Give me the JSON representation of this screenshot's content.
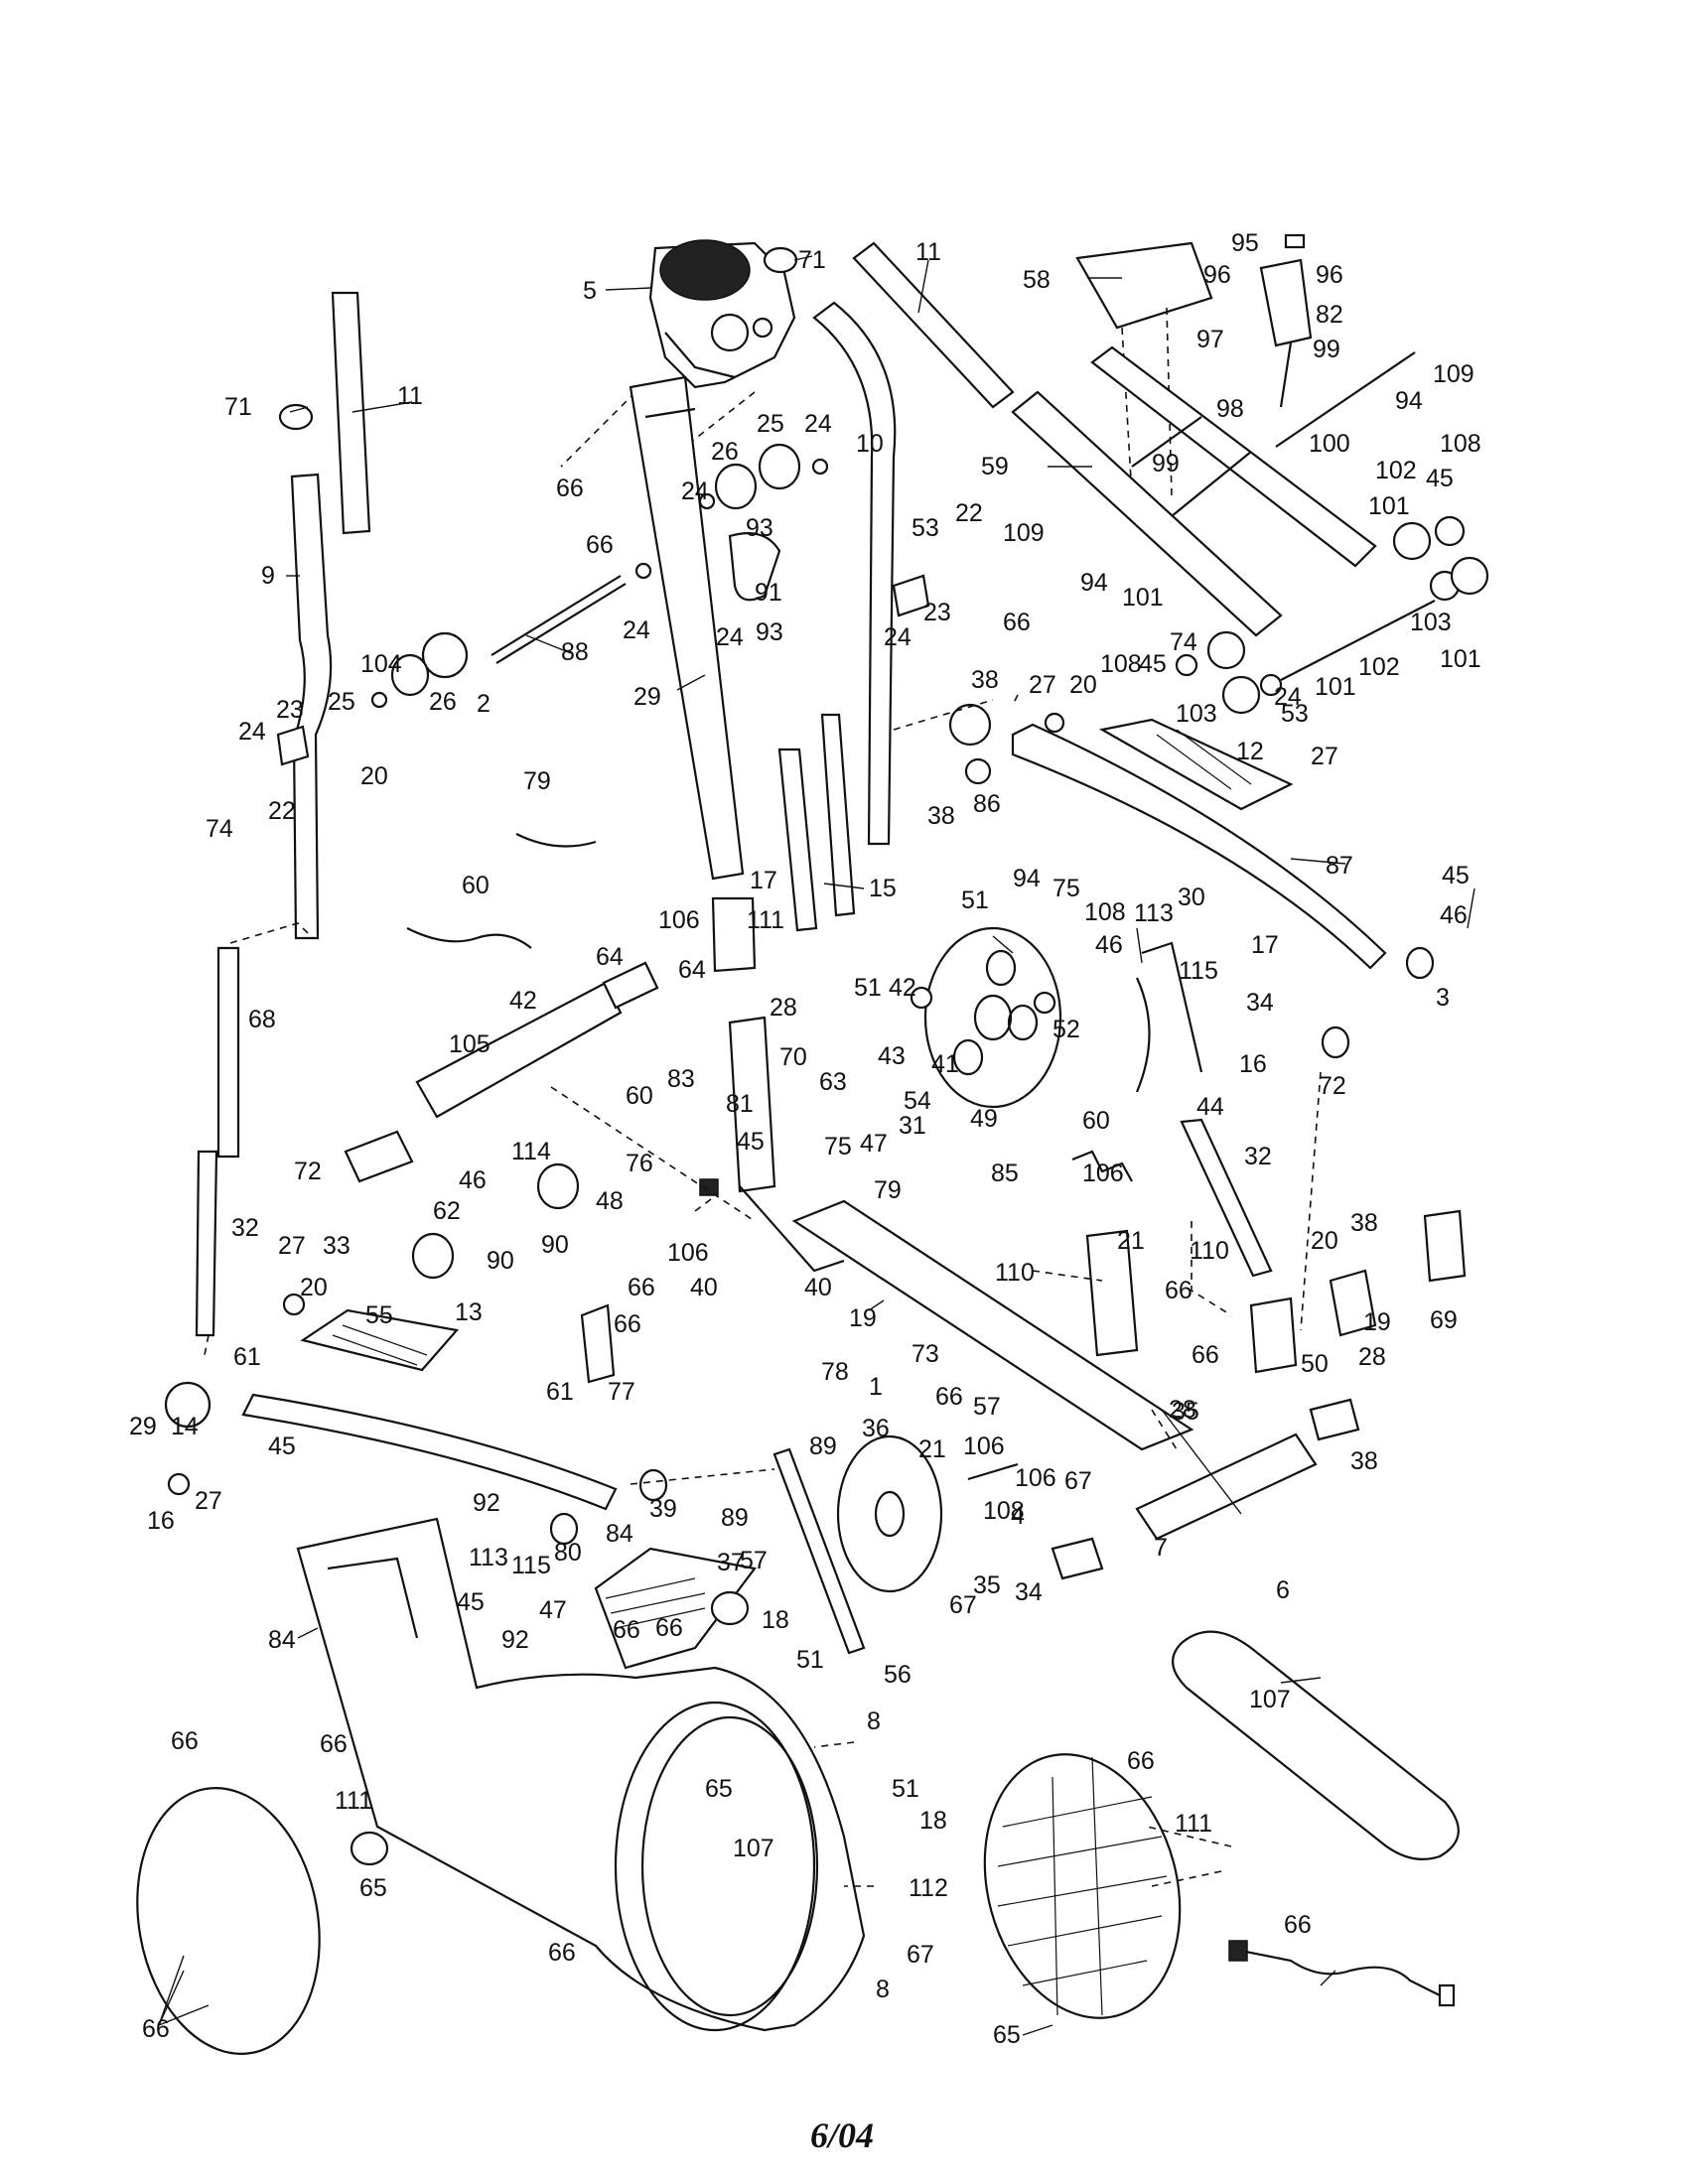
{
  "document": {
    "footer_date": "6/04"
  },
  "callouts": [
    {
      "id": "c1",
      "text": "5"
    },
    {
      "id": "c2",
      "text": "71"
    },
    {
      "id": "c3",
      "text": "11"
    },
    {
      "id": "c4",
      "text": "58"
    },
    {
      "id": "c5",
      "text": "95"
    },
    {
      "id": "c6",
      "text": "96"
    },
    {
      "id": "c7",
      "text": "96"
    },
    {
      "id": "c8",
      "text": "82"
    },
    {
      "id": "c9",
      "text": "97"
    },
    {
      "id": "c10",
      "text": "99"
    },
    {
      "id": "c11",
      "text": "109"
    },
    {
      "id": "c12",
      "text": "98"
    },
    {
      "id": "c13",
      "text": "94"
    },
    {
      "id": "c14",
      "text": "100"
    },
    {
      "id": "c15",
      "text": "71"
    },
    {
      "id": "c16",
      "text": "11"
    },
    {
      "id": "c17",
      "text": "66"
    },
    {
      "id": "c18",
      "text": "66"
    },
    {
      "id": "c19",
      "text": "26"
    },
    {
      "id": "c20",
      "text": "25"
    },
    {
      "id": "c21",
      "text": "24"
    },
    {
      "id": "c22",
      "text": "10"
    },
    {
      "id": "c23",
      "text": "59"
    },
    {
      "id": "c24",
      "text": "99"
    },
    {
      "id": "c25",
      "text": "108"
    },
    {
      "id": "c26",
      "text": "102"
    },
    {
      "id": "c27",
      "text": "45"
    },
    {
      "id": "c28",
      "text": "101"
    },
    {
      "id": "c29",
      "text": "9"
    },
    {
      "id": "c30",
      "text": "24"
    },
    {
      "id": "c31",
      "text": "93"
    },
    {
      "id": "c32",
      "text": "53"
    },
    {
      "id": "c33",
      "text": "22"
    },
    {
      "id": "c34",
      "text": "109"
    },
    {
      "id": "c35",
      "text": "24"
    },
    {
      "id": "c36",
      "text": "91"
    },
    {
      "id": "c37",
      "text": "93"
    },
    {
      "id": "c38",
      "text": "94"
    },
    {
      "id": "c39",
      "text": "23"
    },
    {
      "id": "c40",
      "text": "66"
    },
    {
      "id": "c41",
      "text": "101"
    },
    {
      "id": "c42",
      "text": "103"
    },
    {
      "id": "c43",
      "text": "101"
    },
    {
      "id": "c44",
      "text": "24"
    },
    {
      "id": "c45",
      "text": "88"
    },
    {
      "id": "c46",
      "text": "24"
    },
    {
      "id": "c47",
      "text": "74"
    },
    {
      "id": "c48",
      "text": "102"
    },
    {
      "id": "c49",
      "text": "104"
    },
    {
      "id": "c50",
      "text": "24"
    },
    {
      "id": "c51",
      "text": "25"
    },
    {
      "id": "c52",
      "text": "26"
    },
    {
      "id": "c53",
      "text": "2"
    },
    {
      "id": "c54",
      "text": "29"
    },
    {
      "id": "c55",
      "text": "38"
    },
    {
      "id": "c56",
      "text": "27"
    },
    {
      "id": "c57",
      "text": "20"
    },
    {
      "id": "c58",
      "text": "108"
    },
    {
      "id": "c59",
      "text": "45"
    },
    {
      "id": "c60",
      "text": "103"
    },
    {
      "id": "c61",
      "text": "101"
    },
    {
      "id": "c62",
      "text": "53"
    },
    {
      "id": "c63",
      "text": "24"
    },
    {
      "id": "c64",
      "text": "23"
    },
    {
      "id": "c65",
      "text": "22"
    },
    {
      "id": "c66",
      "text": "74"
    },
    {
      "id": "c67",
      "text": "20"
    },
    {
      "id": "c68",
      "text": "12"
    },
    {
      "id": "c69",
      "text": "27"
    },
    {
      "id": "c70",
      "text": "38"
    },
    {
      "id": "c71",
      "text": "86"
    },
    {
      "id": "c72",
      "text": "79"
    },
    {
      "id": "c73",
      "text": "17"
    },
    {
      "id": "c74",
      "text": "15"
    },
    {
      "id": "c75",
      "text": "87"
    },
    {
      "id": "c76",
      "text": "60"
    },
    {
      "id": "c77",
      "text": "94"
    },
    {
      "id": "c78",
      "text": "75"
    },
    {
      "id": "c79",
      "text": "108"
    },
    {
      "id": "c80",
      "text": "45"
    },
    {
      "id": "c81",
      "text": "51"
    },
    {
      "id": "c82",
      "text": "30"
    },
    {
      "id": "c83",
      "text": "106"
    },
    {
      "id": "c84",
      "text": "111"
    },
    {
      "id": "c85",
      "text": "113"
    },
    {
      "id": "c86",
      "text": "46"
    },
    {
      "id": "c87",
      "text": "46"
    },
    {
      "id": "c88",
      "text": "17"
    },
    {
      "id": "c89",
      "text": "68"
    },
    {
      "id": "c90",
      "text": "64"
    },
    {
      "id": "c91",
      "text": "64"
    },
    {
      "id": "c92",
      "text": "28"
    },
    {
      "id": "c93",
      "text": "51"
    },
    {
      "id": "c94",
      "text": "115"
    },
    {
      "id": "c95",
      "text": "3"
    },
    {
      "id": "c96",
      "text": "42"
    },
    {
      "id": "c97",
      "text": "42"
    },
    {
      "id": "c98",
      "text": "52"
    },
    {
      "id": "c99",
      "text": "34"
    },
    {
      "id": "c100",
      "text": "105"
    },
    {
      "id": "c101",
      "text": "83"
    },
    {
      "id": "c102",
      "text": "70"
    },
    {
      "id": "c103",
      "text": "63"
    },
    {
      "id": "c104",
      "text": "43"
    },
    {
      "id": "c105",
      "text": "41"
    },
    {
      "id": "c106",
      "text": "49"
    },
    {
      "id": "c107",
      "text": "16"
    },
    {
      "id": "c108",
      "text": "72"
    },
    {
      "id": "c109",
      "text": "60"
    },
    {
      "id": "c110",
      "text": "44"
    },
    {
      "id": "c111",
      "text": "54"
    },
    {
      "id": "c112",
      "text": "60"
    },
    {
      "id": "c113",
      "text": "81"
    },
    {
      "id": "c114",
      "text": "45"
    },
    {
      "id": "c115",
      "text": "31"
    },
    {
      "id": "c116",
      "text": "72"
    },
    {
      "id": "c117",
      "text": "46"
    },
    {
      "id": "c118",
      "text": "75"
    },
    {
      "id": "c119",
      "text": "47"
    },
    {
      "id": "c120",
      "text": "32"
    },
    {
      "id": "c121",
      "text": "114"
    },
    {
      "id": "c122",
      "text": "76"
    },
    {
      "id": "c123",
      "text": "85"
    },
    {
      "id": "c124",
      "text": "106"
    },
    {
      "id": "c125",
      "text": "79"
    },
    {
      "id": "c126",
      "text": "32"
    },
    {
      "id": "c127",
      "text": "62"
    },
    {
      "id": "c128",
      "text": "48"
    },
    {
      "id": "c129",
      "text": "110"
    },
    {
      "id": "c130",
      "text": "38"
    },
    {
      "id": "c131",
      "text": "27"
    },
    {
      "id": "c132",
      "text": "33"
    },
    {
      "id": "c133",
      "text": "90"
    },
    {
      "id": "c134",
      "text": "90"
    },
    {
      "id": "c135",
      "text": "66"
    },
    {
      "id": "c136",
      "text": "106"
    },
    {
      "id": "c137",
      "text": "40"
    },
    {
      "id": "c138",
      "text": "21"
    },
    {
      "id": "c139",
      "text": "66"
    },
    {
      "id": "c140",
      "text": "20"
    },
    {
      "id": "c141",
      "text": "20"
    },
    {
      "id": "c142",
      "text": "13"
    },
    {
      "id": "c143",
      "text": "55"
    },
    {
      "id": "c144",
      "text": "66"
    },
    {
      "id": "c145",
      "text": "40"
    },
    {
      "id": "c146",
      "text": "110"
    },
    {
      "id": "c147",
      "text": "19"
    },
    {
      "id": "c148",
      "text": "69"
    },
    {
      "id": "c149",
      "text": "19"
    },
    {
      "id": "c150",
      "text": "66"
    },
    {
      "id": "c151",
      "text": "50"
    },
    {
      "id": "c152",
      "text": "28"
    },
    {
      "id": "c153",
      "text": "61"
    },
    {
      "id": "c154",
      "text": "61"
    },
    {
      "id": "c155",
      "text": "77"
    },
    {
      "id": "c156",
      "text": "78"
    },
    {
      "id": "c157",
      "text": "73"
    },
    {
      "id": "c158",
      "text": "1"
    },
    {
      "id": "c159",
      "text": "57"
    },
    {
      "id": "c160",
      "text": "66"
    },
    {
      "id": "c161",
      "text": "28"
    },
    {
      "id": "c162",
      "text": "29"
    },
    {
      "id": "c163",
      "text": "14"
    },
    {
      "id": "c164",
      "text": "45"
    },
    {
      "id": "c165",
      "text": "36"
    },
    {
      "id": "c166",
      "text": "89"
    },
    {
      "id": "c167",
      "text": "21"
    },
    {
      "id": "c168",
      "text": "106"
    },
    {
      "id": "c169",
      "text": "35"
    },
    {
      "id": "c170",
      "text": "38"
    },
    {
      "id": "c171",
      "text": "27"
    },
    {
      "id": "c172",
      "text": "16"
    },
    {
      "id": "c173",
      "text": "39"
    },
    {
      "id": "c174",
      "text": "106"
    },
    {
      "id": "c175",
      "text": "67"
    },
    {
      "id": "c176",
      "text": "92"
    },
    {
      "id": "c177",
      "text": "89"
    },
    {
      "id": "c178",
      "text": "108"
    },
    {
      "id": "c179",
      "text": "113"
    },
    {
      "id": "c180",
      "text": "115"
    },
    {
      "id": "c181",
      "text": "80"
    },
    {
      "id": "c182",
      "text": "84"
    },
    {
      "id": "c183",
      "text": "57"
    },
    {
      "id": "c184",
      "text": "4"
    },
    {
      "id": "c185",
      "text": "7"
    },
    {
      "id": "c186",
      "text": "45"
    },
    {
      "id": "c187",
      "text": "35"
    },
    {
      "id": "c188",
      "text": "34"
    },
    {
      "id": "c189",
      "text": "6"
    },
    {
      "id": "c190",
      "text": "84"
    },
    {
      "id": "c191",
      "text": "47"
    },
    {
      "id": "c192",
      "text": "18"
    },
    {
      "id": "c193",
      "text": "37"
    },
    {
      "id": "c194",
      "text": "67"
    },
    {
      "id": "c195",
      "text": "66"
    },
    {
      "id": "c196",
      "text": "66"
    },
    {
      "id": "c197",
      "text": "92"
    },
    {
      "id": "c198",
      "text": "51"
    },
    {
      "id": "c199",
      "text": "56"
    },
    {
      "id": "c200",
      "text": "107"
    },
    {
      "id": "c201",
      "text": "8"
    },
    {
      "id": "c202",
      "text": "66"
    },
    {
      "id": "c203",
      "text": "66"
    },
    {
      "id": "c204",
      "text": "111"
    },
    {
      "id": "c205",
      "text": "65"
    },
    {
      "id": "c206",
      "text": "66"
    },
    {
      "id": "c207",
      "text": "107"
    },
    {
      "id": "c208",
      "text": "51"
    },
    {
      "id": "c209",
      "text": "18"
    },
    {
      "id": "c210",
      "text": "65"
    },
    {
      "id": "c211",
      "text": "111"
    },
    {
      "id": "c212",
      "text": "112"
    },
    {
      "id": "c213",
      "text": "66"
    },
    {
      "id": "c214",
      "text": "66"
    },
    {
      "id": "c215",
      "text": "67"
    },
    {
      "id": "c216",
      "text": "8"
    },
    {
      "id": "c217",
      "text": "65"
    },
    {
      "id": "c218",
      "text": "66"
    }
  ]
}
